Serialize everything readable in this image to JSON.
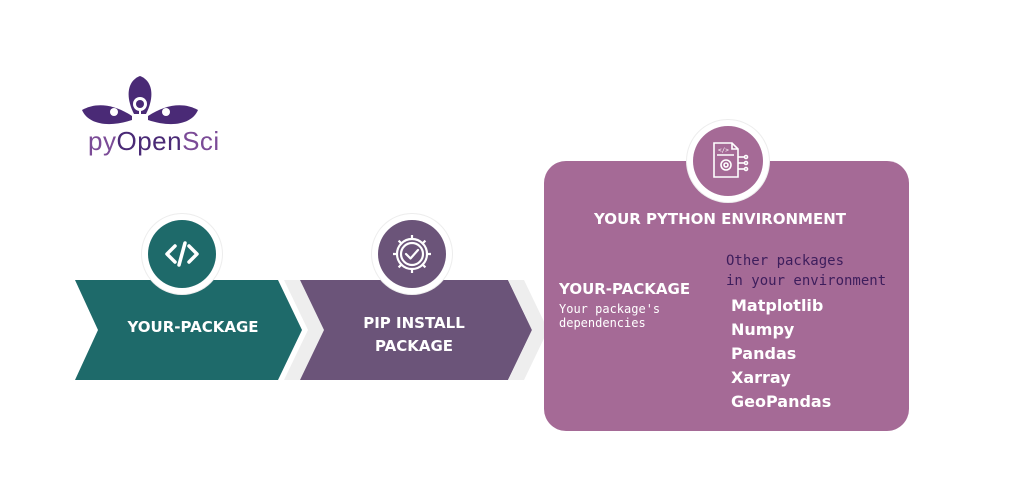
{
  "logo": {
    "text_py": "py",
    "text_open": "Open",
    "text_sci": "Sci"
  },
  "steps": [
    {
      "label": "YOUR-PACKAGE",
      "icon": "code-icon",
      "color": "#1e6a6a"
    },
    {
      "label_line1": "PIP INSTALL",
      "label_line2": "PACKAGE",
      "icon": "gear-check-icon",
      "color": "#6b5479"
    }
  ],
  "environment": {
    "title": "YOUR PYTHON ENVIRONMENT",
    "icon": "document-gear-icon",
    "color": "#a56a96",
    "your_package": {
      "title": "YOUR-PACKAGE",
      "subtitle_line1": "Your package's",
      "subtitle_line2": "dependencies"
    },
    "other_packages": {
      "title_line1": "Other packages",
      "title_line2": "in your environment",
      "items": [
        "Matplotlib",
        "Numpy",
        "Pandas",
        "Xarray",
        "GeoPandas"
      ]
    }
  },
  "colors": {
    "teal": "#1e6a6a",
    "purple": "#6b5479",
    "mauve": "#a56a96",
    "dark_purple": "#3d1d5c"
  }
}
